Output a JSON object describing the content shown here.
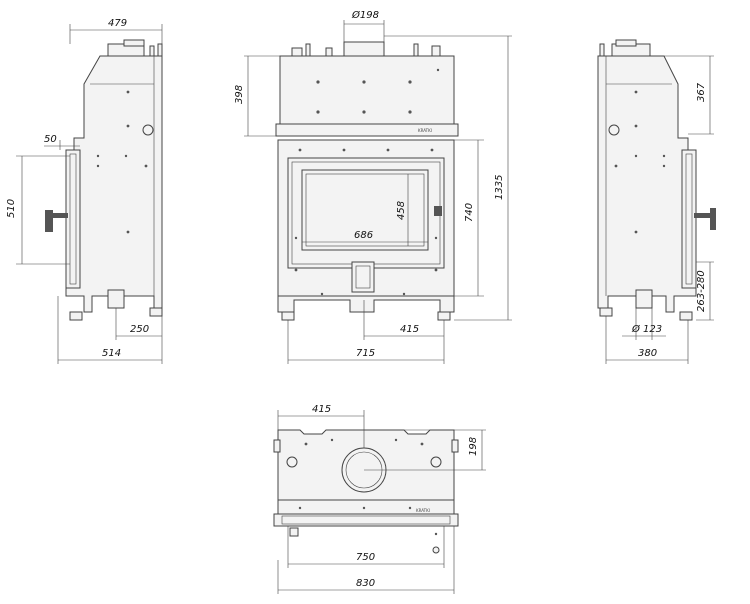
{
  "brand": "KRATKI",
  "dimensions": {
    "left_width_top": "479",
    "left_door_depth": "50",
    "left_handle_height": "510",
    "left_outlet_offset": "250",
    "left_total_depth": "514",
    "front_pipe_diameter": "Ø198",
    "front_top_height": "398",
    "front_glass_height": "458",
    "front_glass_width": "686",
    "front_door_height": "740",
    "front_total_height": "1335",
    "front_outlet_offset": "415",
    "front_width": "715",
    "right_top_height": "367",
    "right_foot_range": "263-280",
    "right_air_diameter": "Ø 123",
    "right_depth": "380",
    "top_pipe_offset": "415",
    "top_pipe_depth": "198",
    "top_inner_width": "750",
    "top_total_width": "830"
  }
}
